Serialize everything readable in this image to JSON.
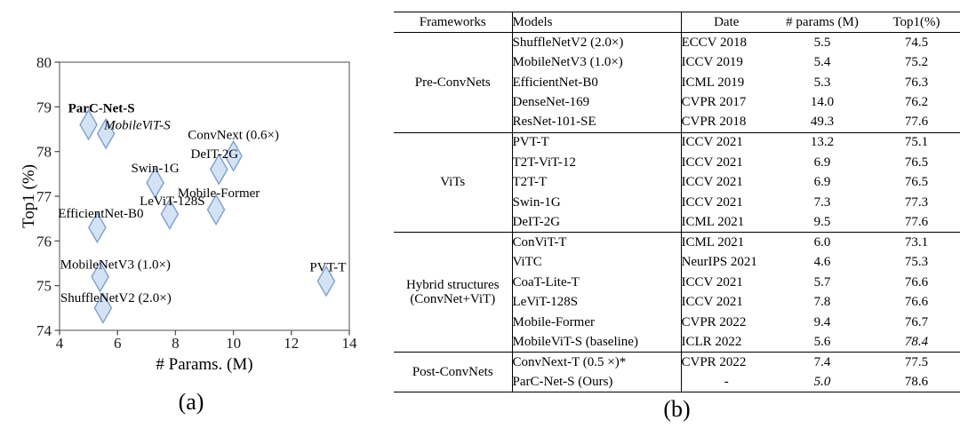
{
  "figure": {
    "caption_a": "(a)",
    "caption_b": "(b)"
  },
  "chart_data": {
    "type": "scatter",
    "xlabel": "# Params. (M)",
    "ylabel": "Top1 (%)",
    "xlim": [
      4,
      14
    ],
    "ylim": [
      74,
      80
    ],
    "xticks": [
      4,
      6,
      8,
      10,
      12,
      14
    ],
    "yticks": [
      74,
      75,
      76,
      77,
      78,
      79,
      80
    ],
    "grid": false,
    "legend": "none",
    "marker": {
      "shape": "thin-diamond",
      "fill": "#d3e3f5",
      "stroke": "#7f9fcc"
    },
    "points": [
      {
        "label": "ParC-Net-S",
        "x": 5.0,
        "y": 78.6,
        "bold": true,
        "anchor": "start",
        "dx": -23,
        "dy": -14
      },
      {
        "label": "MobileViT-S",
        "x": 5.6,
        "y": 78.4,
        "italic": true,
        "anchor": "start",
        "dx": -2,
        "dy": -5
      },
      {
        "label": "ConvNext (0.6×)",
        "x": 10.0,
        "y": 77.9,
        "anchor": "middle",
        "dx": 0,
        "dy": -19
      },
      {
        "label": "DeIT-2G",
        "x": 9.5,
        "y": 77.6,
        "anchor": "middle",
        "dx": -5,
        "dy": -13
      },
      {
        "label": "Swin-1G",
        "x": 7.3,
        "y": 77.3,
        "anchor": "middle",
        "dx": 0,
        "dy": -12
      },
      {
        "label": "Mobile-Former",
        "x": 9.4,
        "y": 76.7,
        "anchor": "middle",
        "dx": 3,
        "dy": -14
      },
      {
        "label": "LeViT-128S",
        "x": 7.8,
        "y": 76.6,
        "anchor": "middle",
        "dx": 3,
        "dy": -10
      },
      {
        "label": "EfficientNet-B0",
        "x": 5.3,
        "y": 76.3,
        "anchor": "middle",
        "dx": 4,
        "dy": -11
      },
      {
        "label": "MobileNetV3 (1.0×)",
        "x": 5.4,
        "y": 75.2,
        "anchor": "start",
        "dx": -45,
        "dy": -9
      },
      {
        "label": "ShuffleNetV2 (2.0×)",
        "x": 5.5,
        "y": 74.5,
        "anchor": "start",
        "dx": -48,
        "dy": -7
      },
      {
        "label": "PVT-T",
        "x": 13.2,
        "y": 75.1,
        "anchor": "middle",
        "dx": 2,
        "dy": -11
      }
    ]
  },
  "table": {
    "headers": [
      "Frameworks",
      "Models",
      "Date",
      "# params (M)",
      "Top1(%)"
    ],
    "sections": [
      {
        "framework": [
          "Pre-ConvNets"
        ],
        "rows": [
          {
            "model": "ShuffleNetV2 (2.0×)",
            "date": "ECCV 2018",
            "params": "5.5",
            "top1": "74.5"
          },
          {
            "model": "MobileNetV3 (1.0×)",
            "date": "ICCV 2019",
            "params": "5.4",
            "top1": "75.2"
          },
          {
            "model": "EfficientNet-B0",
            "date": "ICML 2019",
            "params": "5.3",
            "top1": "76.3"
          },
          {
            "model": "DenseNet-169",
            "date": "CVPR 2017",
            "params": "14.0",
            "top1": "76.2"
          },
          {
            "model": "ResNet-101-SE",
            "date": "CVPR 2018",
            "params": "49.3",
            "top1": "77.6"
          }
        ]
      },
      {
        "framework": [
          "ViTs"
        ],
        "rows": [
          {
            "model": "PVT-T",
            "date": "ICCV 2021",
            "params": "13.2",
            "top1": "75.1"
          },
          {
            "model": "T2T-ViT-12",
            "date": "ICCV 2021",
            "params": "6.9",
            "top1": "76.5"
          },
          {
            "model": "T2T-T",
            "date": "ICCV 2021",
            "params": "6.9",
            "top1": "76.5"
          },
          {
            "model": "Swin-1G",
            "date": "ICCV 2021",
            "params": "7.3",
            "top1": "77.3"
          },
          {
            "model": "DeIT-2G",
            "date": "ICML 2021",
            "params": "9.5",
            "top1": "77.6"
          }
        ]
      },
      {
        "framework": [
          "Hybrid structures",
          "(ConvNet+ViT)"
        ],
        "rows": [
          {
            "model": "ConViT-T",
            "date": "ICML 2021",
            "params": "6.0",
            "top1": "73.1"
          },
          {
            "model": "ViTC",
            "date": "NeurIPS 2021",
            "params": "4.6",
            "top1": "75.3",
            "params_style": "bold"
          },
          {
            "model": "CoaT-Lite-T",
            "date": "ICCV 2021",
            "params": "5.7",
            "top1": "76.6"
          },
          {
            "model": "LeViT-128S",
            "date": "ICCV 2021",
            "params": "7.8",
            "top1": "76.6"
          },
          {
            "model": "Mobile-Former",
            "date": "CVPR 2022",
            "params": "9.4",
            "top1": "76.7"
          },
          {
            "model": "MobileViT-S (baseline)",
            "date": "ICLR 2022",
            "params": "5.6",
            "top1": "78.4",
            "top1_style": "italic"
          }
        ]
      },
      {
        "framework": [
          "Post-ConvNets"
        ],
        "rows": [
          {
            "model": "ConvNext-T (0.5 ×)*",
            "date": "CVPR 2022",
            "params": "7.4",
            "top1": "77.5"
          },
          {
            "model": "ParC-Net-S  (Ours)",
            "date": "-",
            "params": "5.0",
            "top1": "78.6",
            "date_align": "center",
            "params_style": "italic",
            "top1_style": "bold"
          }
        ]
      }
    ]
  }
}
